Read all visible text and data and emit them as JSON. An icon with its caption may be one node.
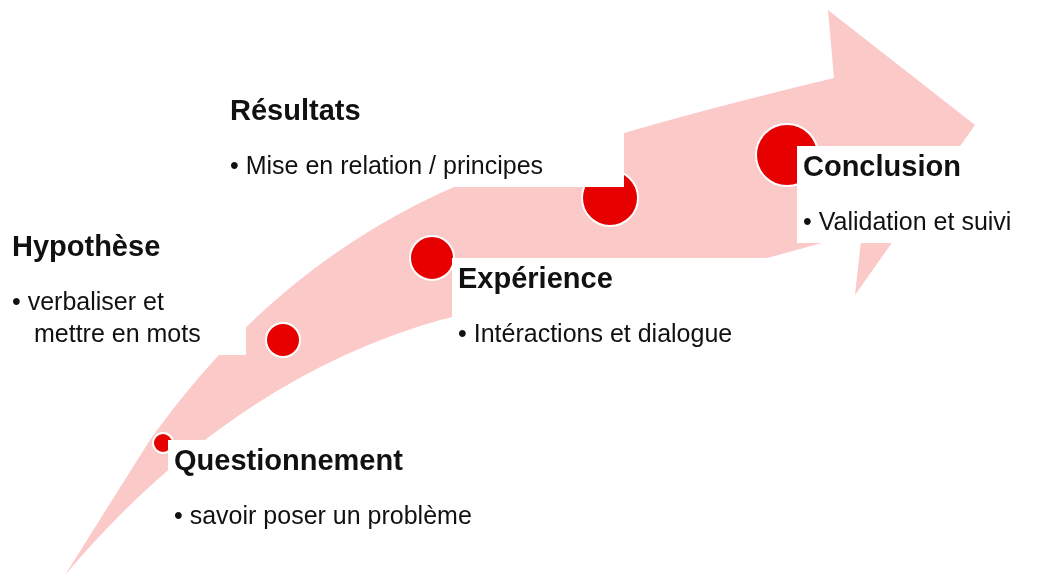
{
  "diagram": {
    "nodes": [
      {
        "text": [
          "Questionnement",
          "• savoir poser un problème"
        ]
      },
      {
        "text": [
          "Hypothèse",
          "• verbaliser et mettre en mots"
        ]
      },
      {
        "text": [
          "Expérience",
          "• Intéractions et dialogue"
        ]
      },
      {
        "text": [
          "Résultats",
          "• Mise en relation / principes"
        ]
      },
      {
        "text": [
          "Conclusion",
          "• Validation et suivi"
        ]
      }
    ]
  }
}
